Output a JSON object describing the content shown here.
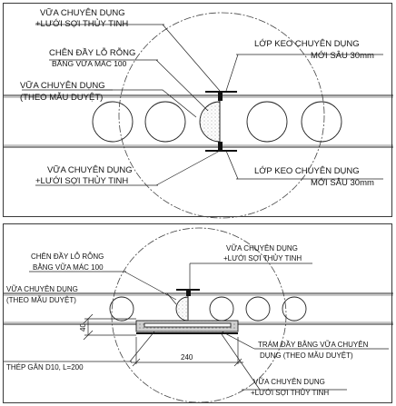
{
  "top_detail": {
    "label_mortar_mesh_top": [
      "VỮA CHUYÊN DỤNG",
      "+LƯỚI SỢI THỦY TINH"
    ],
    "label_fill": [
      "CHÊN ĐẦY LỖ RỖNG",
      "BẰNG VỮA MÁC 100"
    ],
    "label_mortar_approved": [
      "VỮA CHUYÊN DỤNG",
      "(THEO MẪU DUYỆT)"
    ],
    "label_mortar_mesh_bottom": [
      "VỮA CHUYÊN DỤNG",
      "+LƯỚI SỢI THỦY TINH"
    ],
    "label_glue_top": [
      "LỚP KEO CHUYÊN DỤNG",
      "MỚI SÂU 30mm"
    ],
    "label_glue_bottom": [
      "LỚP KEO CHUYÊN DỤNG",
      "MỚI SÂU 30mm"
    ]
  },
  "bottom_detail": {
    "label_mortar_mesh_top": [
      "VỮA CHUYÊN DỤNG",
      "+LƯỚI SỢI THỦY TINH"
    ],
    "label_fill": [
      "CHÊN ĐẦY LỖ RỖNG",
      "BẰNG VỮA MÁC 100"
    ],
    "label_mortar_approved": [
      "VỮA CHUYÊN DỤNG",
      "(THEO MẪU DUYỆT)"
    ],
    "label_dim_height": "40",
    "label_rebar": "THÉP GÂN D10, L=200",
    "label_dim_width": "240",
    "label_patch": [
      "TRÁM ĐẦY BẰNG VỮA CHUYÊN",
      "DỤNG (THEO MẪU DUYỆT)"
    ],
    "label_mortar_mesh_bottom": [
      "VỮA CHUYÊN DỤNG",
      "+LƯỚI SỢI THỦY TINH"
    ]
  }
}
